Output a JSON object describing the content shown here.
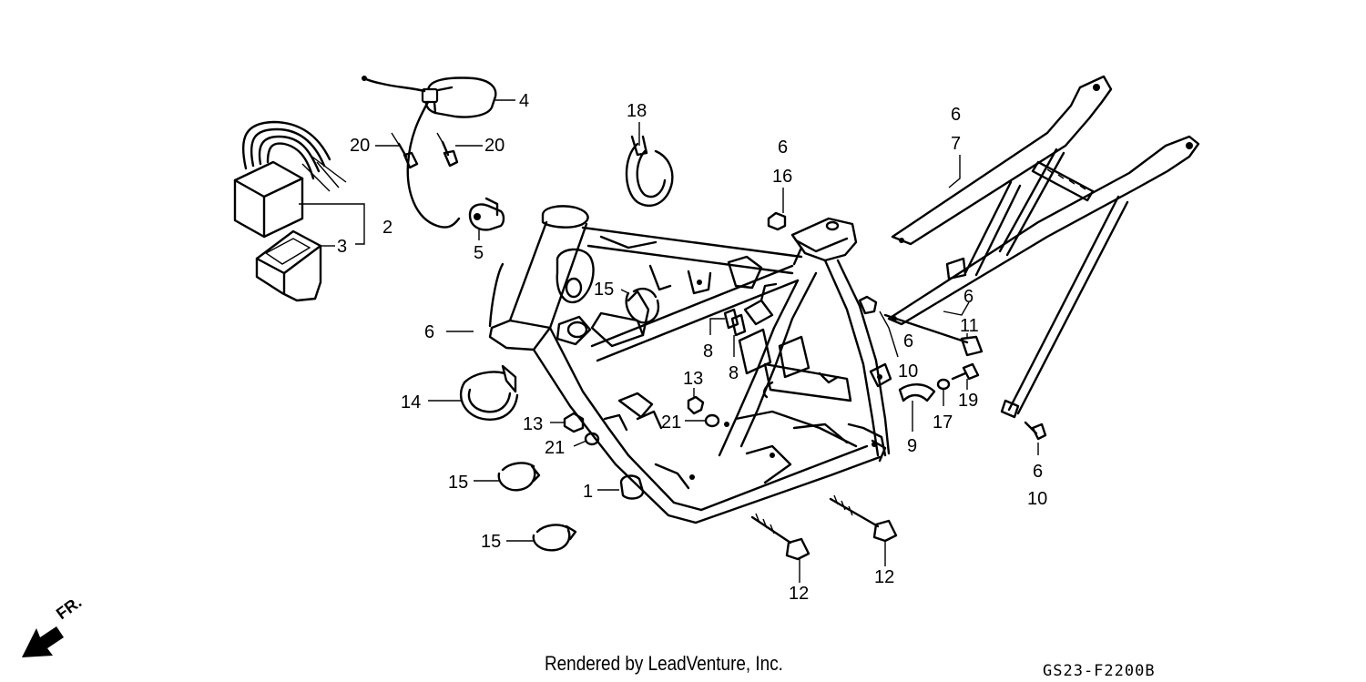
{
  "callouts": [
    {
      "id": "c4",
      "text": "4"
    },
    {
      "id": "c18",
      "text": "18"
    },
    {
      "id": "c6a",
      "text": "6"
    },
    {
      "id": "c7",
      "text": "7"
    },
    {
      "id": "c20a",
      "text": "20"
    },
    {
      "id": "c20b",
      "text": "20"
    },
    {
      "id": "c6b",
      "text": "6"
    },
    {
      "id": "c16",
      "text": "16"
    },
    {
      "id": "c2",
      "text": "2"
    },
    {
      "id": "c3",
      "text": "3"
    },
    {
      "id": "c5",
      "text": "5"
    },
    {
      "id": "c15a",
      "text": "15"
    },
    {
      "id": "c6c",
      "text": "6"
    },
    {
      "id": "c6d",
      "text": "6"
    },
    {
      "id": "c11",
      "text": "11"
    },
    {
      "id": "c8a",
      "text": "8"
    },
    {
      "id": "c8b",
      "text": "8"
    },
    {
      "id": "c6e",
      "text": "6"
    },
    {
      "id": "c10a",
      "text": "10"
    },
    {
      "id": "c13a",
      "text": "13"
    },
    {
      "id": "c14",
      "text": "14"
    },
    {
      "id": "c17",
      "text": "17"
    },
    {
      "id": "c19",
      "text": "19"
    },
    {
      "id": "c21a",
      "text": "21"
    },
    {
      "id": "c13b",
      "text": "13"
    },
    {
      "id": "c9",
      "text": "9"
    },
    {
      "id": "c21b",
      "text": "21"
    },
    {
      "id": "c6f",
      "text": "6"
    },
    {
      "id": "c10b",
      "text": "10"
    },
    {
      "id": "c15b",
      "text": "15"
    },
    {
      "id": "c1",
      "text": "1"
    },
    {
      "id": "c15c",
      "text": "15"
    },
    {
      "id": "c12a",
      "text": "12"
    },
    {
      "id": "c12b",
      "text": "12"
    }
  ],
  "front_label": "FR.",
  "credit": "Rendered by LeadVenture, Inc.",
  "diagram_code": "GS23-F2200B"
}
